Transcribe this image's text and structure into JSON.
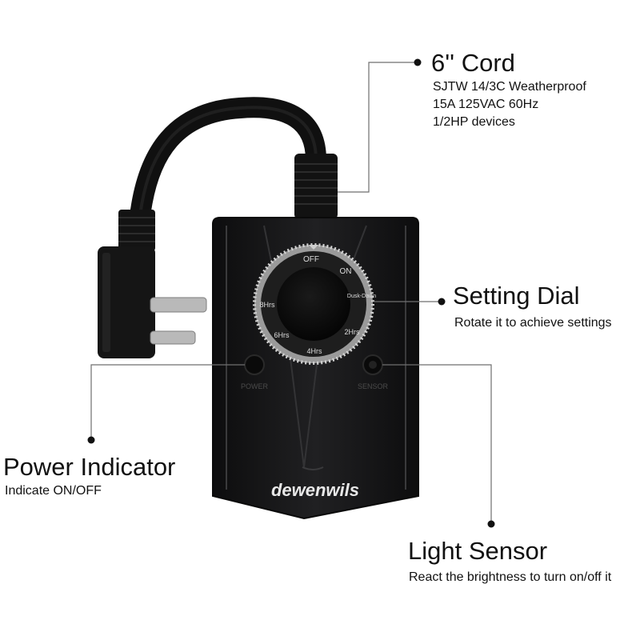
{
  "callouts": {
    "cord": {
      "title": "6'' Cord",
      "specs": [
        "SJTW 14/3C Weatherproof",
        "15A 125VAC 60Hz",
        "1/2HP devices"
      ]
    },
    "dial": {
      "title": "Setting Dial",
      "desc": "Rotate it to achieve settings"
    },
    "power": {
      "title": "Power Indicator",
      "desc": "Indicate ON/OFF"
    },
    "sensor": {
      "title": "Light Sensor",
      "desc": "React the brightness to turn on/off it"
    }
  },
  "device": {
    "brand": "dewenwils",
    "left_port_label": "POWER",
    "right_port_label": "SENSOR",
    "dial_labels": [
      "OFF",
      "ON",
      "Dusk-Dawn",
      "2Hrs",
      "4Hrs",
      "6Hrs",
      "8Hrs"
    ]
  },
  "colors": {
    "device_body": "#1b1b1c",
    "leader_line": "#6f6f6f",
    "text": "#111111"
  }
}
